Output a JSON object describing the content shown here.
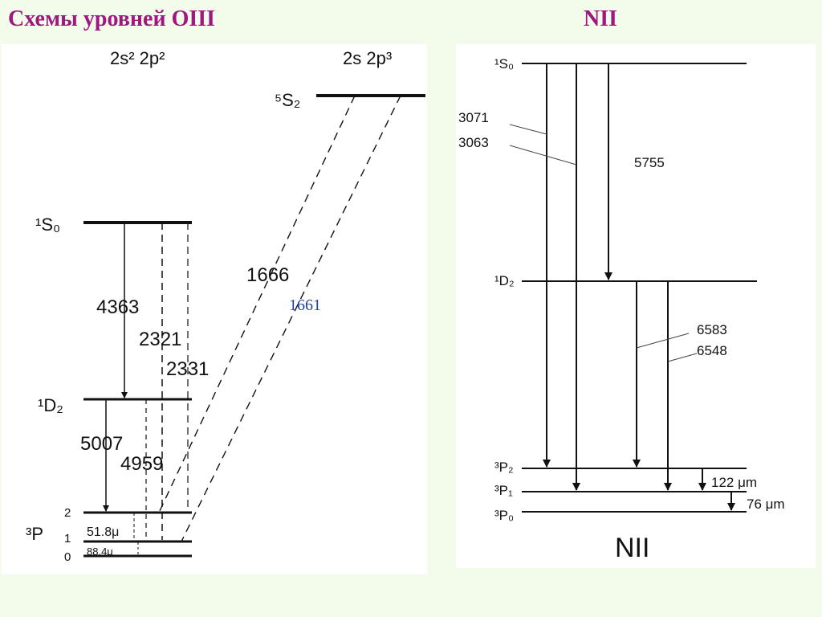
{
  "title_left": "Схемы уровней OIII",
  "title_right": "NII",
  "oiii": {
    "config_ground": "2s² 2p²",
    "config_excited": "2s 2p³",
    "levels": {
      "S2_5": "⁵S₂",
      "S0_1": "¹S₀",
      "D2_1": "¹D₂",
      "P_3": "³P",
      "j2": "2",
      "j1": "1",
      "j0": "0"
    },
    "lines": {
      "l4363": "4363",
      "l2321": "2321",
      "l2331": "2331",
      "l5007": "5007",
      "l4959": "4959",
      "l1666": "1666",
      "l1661": "1661",
      "l51": "51.8μ",
      "l88": "88.4μ"
    }
  },
  "nii": {
    "levels": {
      "S0": "¹S₀",
      "D2": "¹D₂",
      "P2": "³P₂",
      "P1": "³P₁",
      "P0": "³P₀"
    },
    "lines": {
      "l3071": "3071",
      "l3063": "3063",
      "l5755": "5755",
      "l6583": "6583",
      "l6548": "6548",
      "l122": "122 μm",
      "l76": "76 μm"
    },
    "name": "NII"
  }
}
